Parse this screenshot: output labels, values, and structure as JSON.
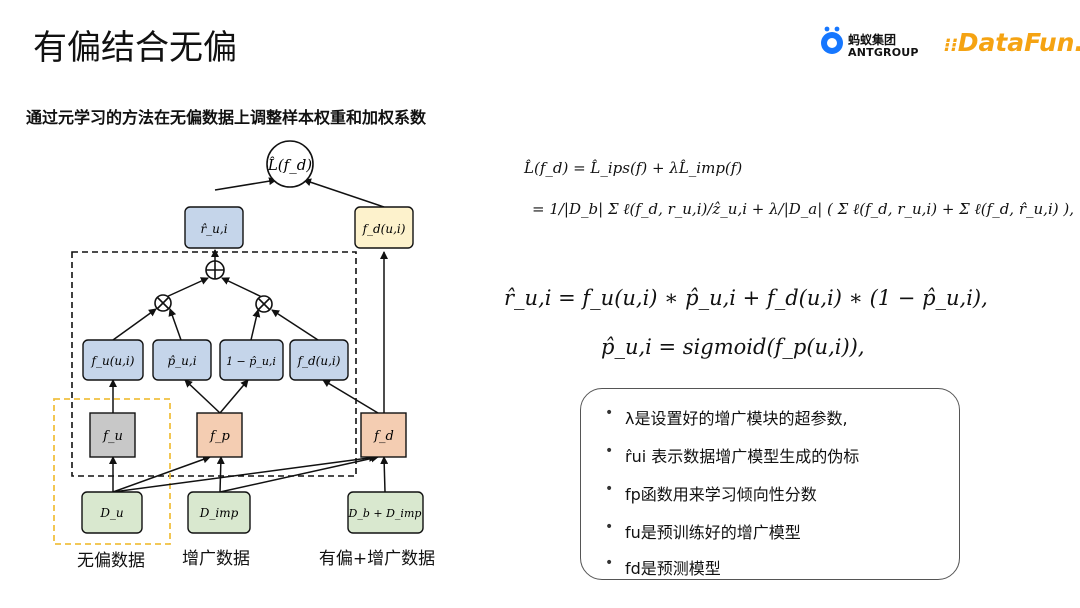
{
  "header": {
    "title": "有偏结合无偏",
    "subtitle": "通过元学习的方法在无偏数据上调整样本权重和加权系数"
  },
  "logos": {
    "ant_cn": "蚂蚁集团",
    "ant_en": "ANTGROUP",
    "datafun": "DataFun."
  },
  "diagram": {
    "loss_node": "L̂(f_d)",
    "r_hat_node": "r̂_u,i",
    "fd_out_node": "f_d(u,i)",
    "fu_out_node": "f_u(u,i)",
    "p_hat_node": "p̂_u,i",
    "one_minus_p_node": "1 − p̂_u,i",
    "fd_out2_node": "f_d(u,i)",
    "fu_model": "f_u",
    "fp_model": "f_p",
    "fd_model": "f_d",
    "du_data": "D_u",
    "dimp_data": "D_imp",
    "db_dimp_data": "D_b + D_imp",
    "label_unbiased": "无偏数据",
    "label_augmented": "增广数据",
    "label_biased_aug": "有偏+增广数据"
  },
  "equations": {
    "eq1": "L̂(f_d) = L̂_ips(f) + λL̂_imp(f)",
    "eq2": "= 1/|D_b| Σ ℓ(f_d, r_u,i)/ẑ_u,i + λ/|D_a| ( Σ ℓ(f_d, r_u,i) + Σ ℓ(f_d, r̂_u,i) ),",
    "eq3": "r̂_u,i = f_u(u,i) ∗ p̂_u,i + f_d(u,i) ∗ (1 − p̂_u,i),",
    "eq4": "p̂_u,i = sigmoid(f_p(u,i)),"
  },
  "notes": [
    "λ是设置好的增广模块的超参数,",
    "r̂ui 表示数据增广模型生成的伪标",
    "fp函数用来学习倾向性分数",
    "fu是预训练好的增广模型",
    "fd是预测模型"
  ],
  "colors": {
    "blue_box": "#c5d5ea",
    "yellow_box": "#fdf2cc",
    "gray_box": "#c8c8c8",
    "orange_box": "#f4cdb2",
    "green_box": "#d9e8cf",
    "dashed_yellow": "#f0c040",
    "logo_orange": "#f5a312",
    "ant_blue": "#1677ff"
  }
}
